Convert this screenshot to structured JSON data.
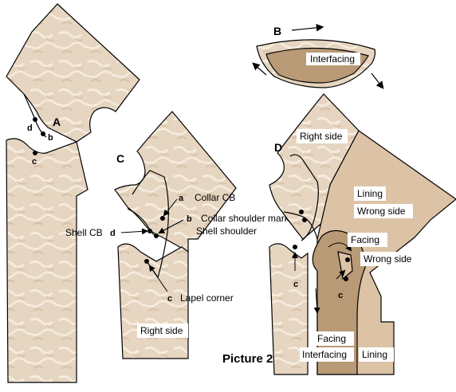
{
  "caption": "Picture 2",
  "panels": {
    "a": {
      "letter": "A",
      "points": {
        "d": "d",
        "b": "b",
        "c": "c"
      }
    },
    "b": {
      "letter": "B",
      "label": "Interfacing"
    },
    "c": {
      "letter": "C",
      "points": {
        "a": "a",
        "b": "b",
        "d": "d",
        "c": "c"
      },
      "labels": {
        "collar_cb": "Collar CB",
        "collar_shoulder_mark": "Collar shoulder mark",
        "shell_cb": "Shell CB",
        "shell_shoulder": "Shell shoulder",
        "lapel_corner": "Lapel corner",
        "right_side": "Right side"
      }
    },
    "d": {
      "letter": "D",
      "points": {
        "c1": "c",
        "c2": "c"
      },
      "labels": {
        "right_side": "Right side",
        "lining": "Lining",
        "wrong_side_lining": "Wrong side",
        "facing_top": "Facing",
        "wrong_side_facing": "Wrong side",
        "facing_bottom": "Facing",
        "interfacing": "Interfacing",
        "lining_bottom": "Lining"
      }
    }
  },
  "colors": {
    "fabric": "#e8d8c4",
    "fabric_mottle": "#f6ede2",
    "lining": "#dcc3a6",
    "facing": "#b99a76",
    "interfacing_fill": "#b99a76"
  }
}
